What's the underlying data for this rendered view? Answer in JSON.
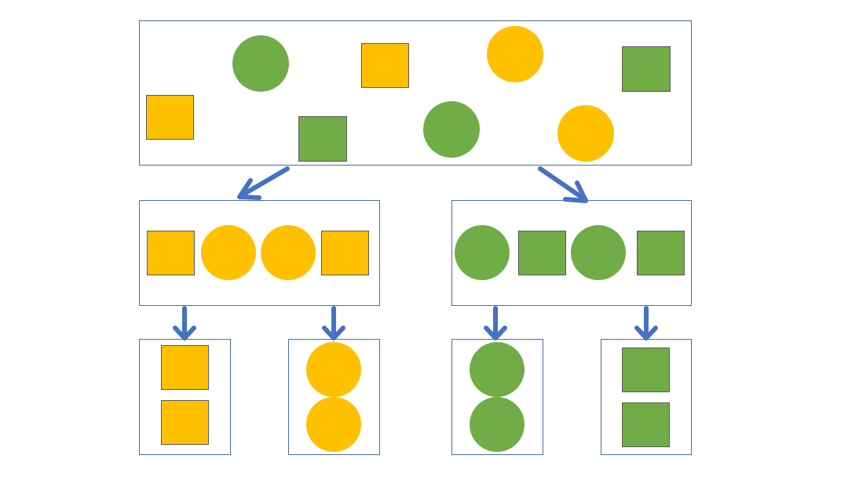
{
  "colors": {
    "yellow": "#ffc000",
    "green": "#70ad47",
    "arrow": "#4472c4",
    "border": "#4a6fa5"
  },
  "diagram": {
    "root": {
      "shapes": [
        "green-circle",
        "yellow-square",
        "yellow-circle",
        "green-square",
        "yellow-square",
        "green-square",
        "green-circle",
        "yellow-circle"
      ]
    },
    "level1": [
      {
        "color": "yellow",
        "shapes": [
          "square",
          "circle",
          "circle",
          "square"
        ]
      },
      {
        "color": "green",
        "shapes": [
          "circle",
          "square",
          "circle",
          "square"
        ]
      }
    ],
    "level2": [
      {
        "color": "yellow",
        "shape": "square",
        "count": 2
      },
      {
        "color": "yellow",
        "shape": "circle",
        "count": 2
      },
      {
        "color": "green",
        "shape": "circle",
        "count": 2
      },
      {
        "color": "green",
        "shape": "square",
        "count": 2
      }
    ]
  }
}
